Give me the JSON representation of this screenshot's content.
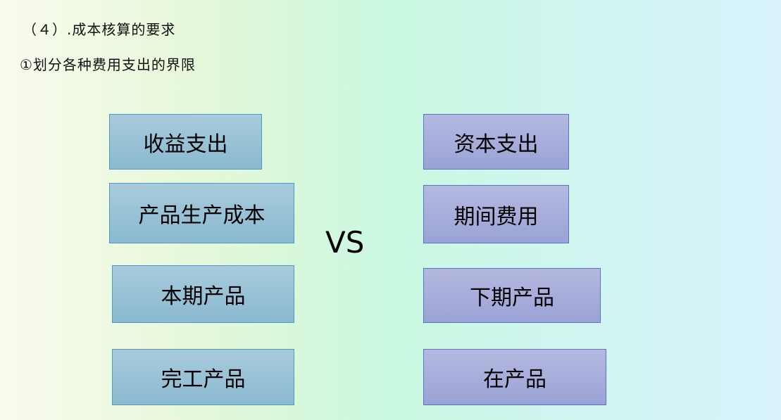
{
  "slide": {
    "heading": "（４）.成本核算的要求",
    "subheading": "①划分各种费用支出的界限",
    "vs_label": "VS",
    "left_column": [
      {
        "label": "收益支出"
      },
      {
        "label": "产品生产成本"
      },
      {
        "label": "本期产品"
      },
      {
        "label": "完工产品"
      }
    ],
    "right_column": [
      {
        "label": "资本支出"
      },
      {
        "label": "期间费用"
      },
      {
        "label": "下期产品"
      },
      {
        "label": "在产品"
      }
    ],
    "colors": {
      "left_box_fill": "#9cc3d7",
      "left_box_border": "#4b9bc4",
      "right_box_fill": "#a8aedb",
      "right_box_border": "#5a72c8"
    }
  }
}
